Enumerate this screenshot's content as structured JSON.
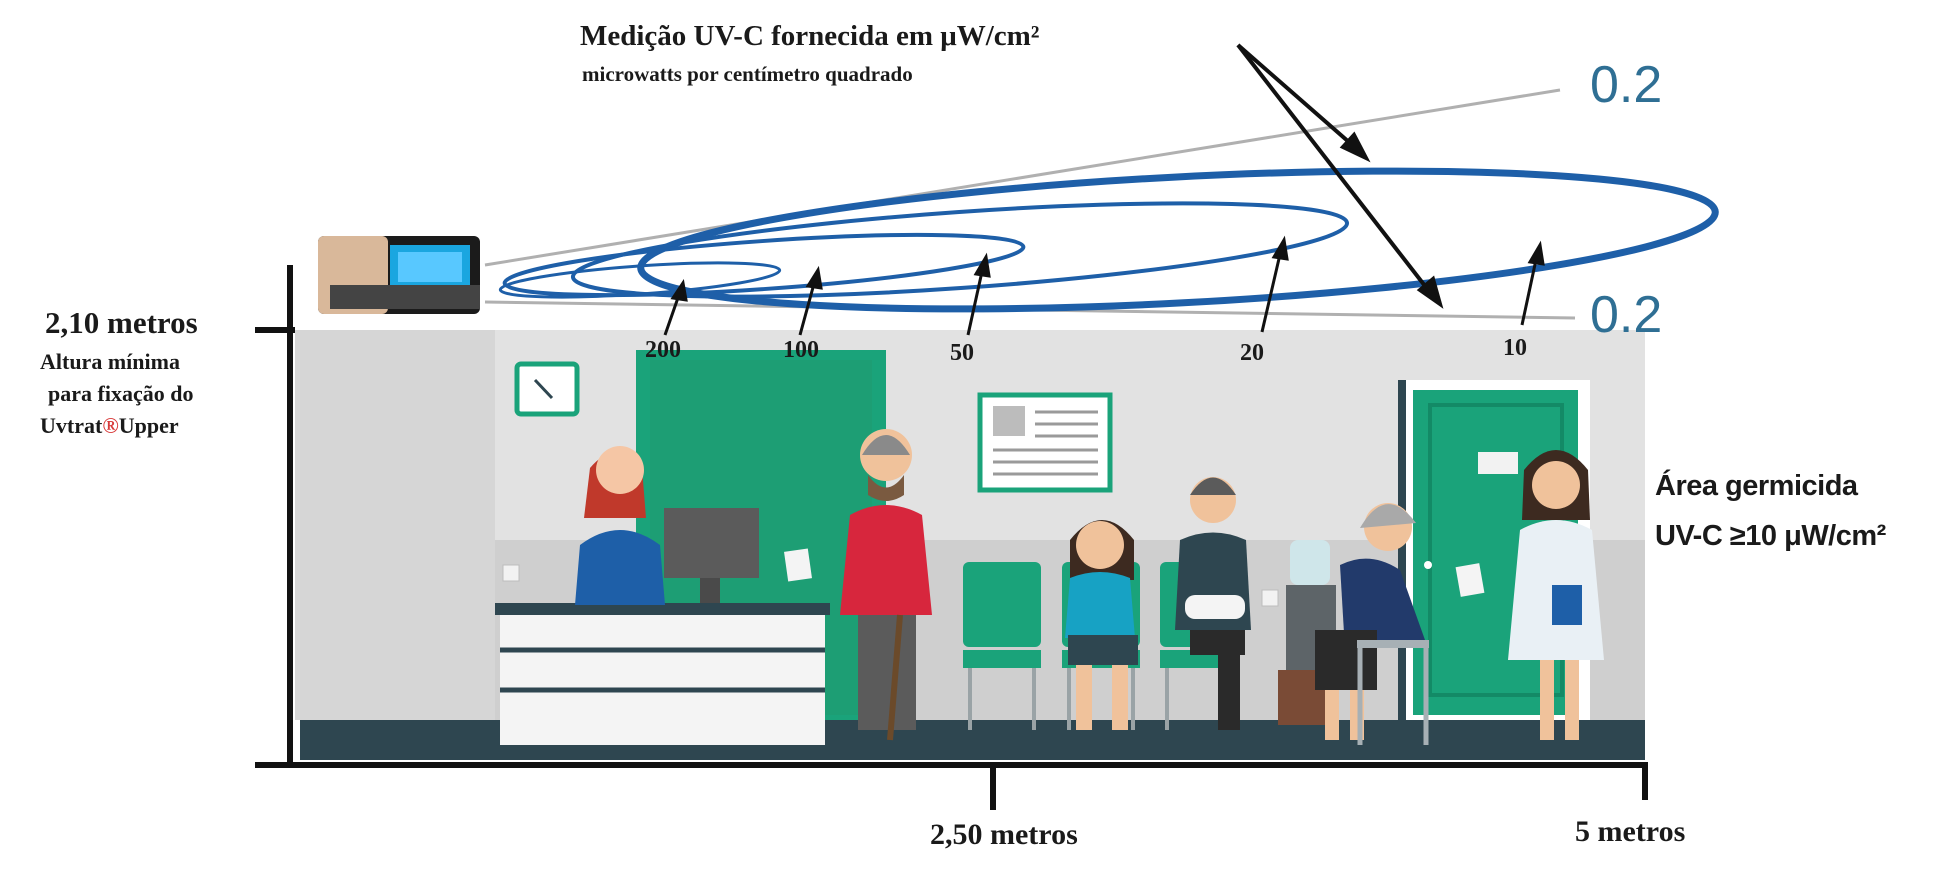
{
  "title": {
    "main": "Medição UV-C fornecida em μW/cm²",
    "sub": "microwatts por centímetro quadrado"
  },
  "boundary_values": {
    "top": "0.2",
    "bottom": "0.2"
  },
  "levels": [
    "200",
    "100",
    "50",
    "20",
    "10"
  ],
  "height": {
    "label": "2,10 metros",
    "desc_line1": "Altura mínima",
    "desc_line2": "para fixação do",
    "desc_brand_a": "Uvtrat",
    "desc_brand_mark": "®",
    "desc_brand_b": "Upper"
  },
  "germicidal": {
    "line1": "Área germicida",
    "line2": "UV-C ≥10 μW/cm²"
  },
  "x_axis": {
    "mid": "2,50 metros",
    "end": "5 metros"
  },
  "colors": {
    "beam": "#1e5fa8",
    "accent_value": "#2f6f94",
    "green": "#1aa37a",
    "floor": "#2e4650",
    "wall": "#dcdcdc"
  }
}
